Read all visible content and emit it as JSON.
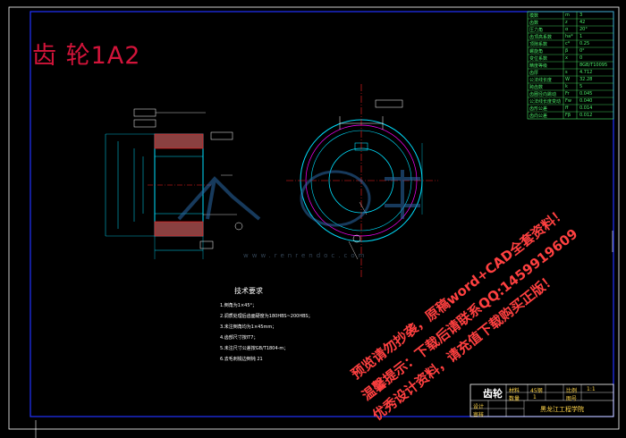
{
  "title": "齿 轮1A2",
  "tech_requirements": {
    "heading": "技术要求",
    "lines": [
      "1.倒角为1×45°；",
      "2.调质处理后齿面硬度为180HBS~200HBS；",
      "3.未注倒角均为1×45mm；",
      "4.齿部尺寸按IT7；",
      "5.未注尺寸公差按GB/T1804-m；",
      "6.去毛刺锐边倒钝 21"
    ]
  },
  "watermark": {
    "lines": [
      "预览请勿抄袭，原稿word+CAD全套资料！",
      "温馨提示：下载后请联系QQ:1459919609",
      "优秀设计资料，请充值下载购买正版！"
    ],
    "site": "www.renrendoc.com"
  },
  "title_block": {
    "part_name": "齿轮",
    "material_label": "材料",
    "material_value": "45钢",
    "scale_label": "比例",
    "scale_value": "1:1",
    "qty_label": "数量",
    "qty_value": "1",
    "drawing_label": "图号",
    "designer_label": "设计",
    "checker_label": "审核",
    "school": "黑龙江工程学院"
  },
  "parameter_table": {
    "rows": [
      [
        "模数",
        "m",
        "3"
      ],
      [
        "齿数",
        "z",
        "42"
      ],
      [
        "压力角",
        "α",
        "20°"
      ],
      [
        "齿顶高系数",
        "ha*",
        "1"
      ],
      [
        "顶隙系数",
        "c*",
        "0.25"
      ],
      [
        "螺旋角",
        "β",
        "0°"
      ],
      [
        "变位系数",
        "x",
        "0"
      ],
      [
        "精度等级",
        "",
        "8GB/T10095"
      ],
      [
        "齿厚",
        "s",
        "4.712"
      ],
      [
        "公法线长度",
        "W",
        "32.28"
      ],
      [
        "跨齿数",
        "k",
        "5"
      ],
      [
        "齿圈径向跳动",
        "Fr",
        "0.045"
      ],
      [
        "公法线长度变动",
        "Fw",
        "0.040"
      ],
      [
        "齿形公差",
        "ff",
        "0.014"
      ],
      [
        "齿向公差",
        "Fβ",
        "0.012"
      ]
    ]
  },
  "colors": {
    "border": "#2233ff",
    "cyan": "#00e0ff",
    "magenta": "#ff00ff",
    "red": "#ff2020",
    "yellow": "#ffd54a",
    "green": "#4cf06a"
  }
}
